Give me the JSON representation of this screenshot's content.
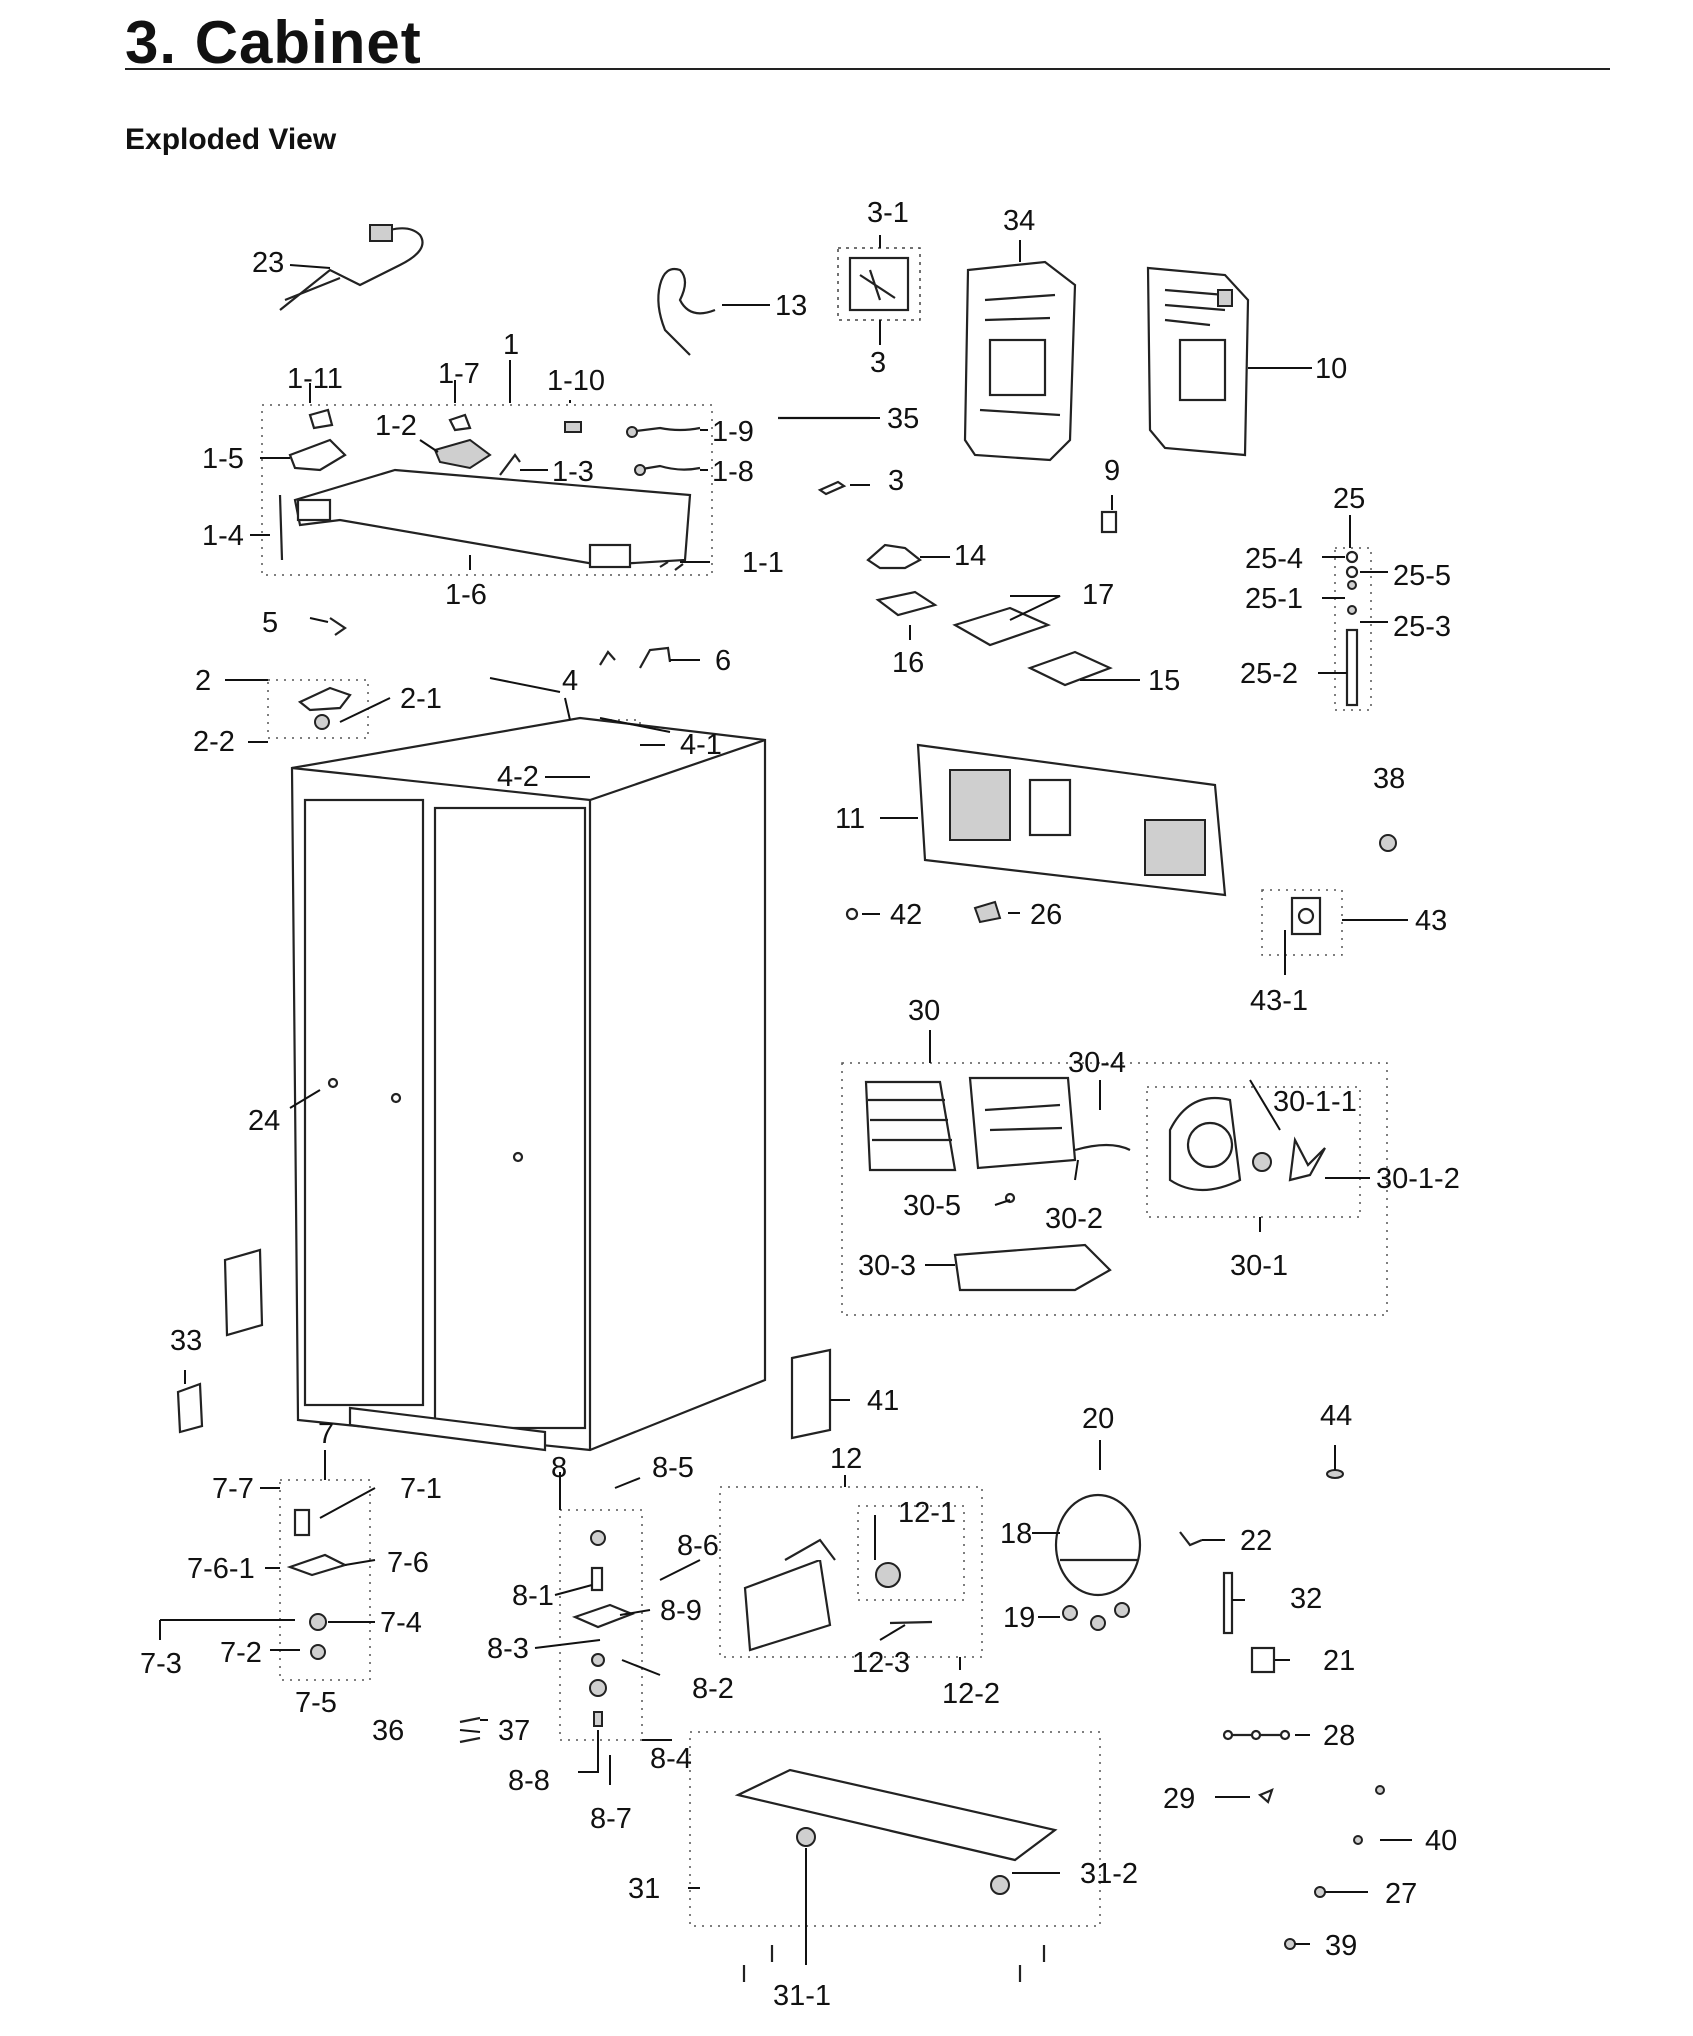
{
  "header": {
    "title": "3.  Cabinet",
    "subtitle": "Exploded View"
  },
  "labels": {
    "p23": "23",
    "p13": "13",
    "p3_1": "3-1",
    "p3_top": "3",
    "p34": "34",
    "p10": "10",
    "p1": "1",
    "p1_11": "1-11",
    "p1_7": "1-7",
    "p1_10": "1-10",
    "p1_2": "1-2",
    "p1_9": "1-9",
    "p35": "35",
    "p1_5": "1-5",
    "p1_3": "1-3",
    "p1_8": "1-8",
    "p3_bot": "3",
    "p9": "9",
    "p1_4": "1-4",
    "p1_1": "1-1",
    "p1_6": "1-6",
    "p14": "14",
    "p25": "25",
    "p25_4": "25-4",
    "p25_5": "25-5",
    "p25_1": "25-1",
    "p25_3": "25-3",
    "p17": "17",
    "p5": "5",
    "p6": "6",
    "p16": "16",
    "p2": "2",
    "p4": "4",
    "p2_1": "2-1",
    "p15": "15",
    "p25_2": "25-2",
    "p2_2": "2-2",
    "p4_1": "4-1",
    "p4_2": "4-2",
    "p38": "38",
    "p11": "11",
    "p42": "42",
    "p26": "26",
    "p43": "43",
    "p43_1": "43-1",
    "p30": "30",
    "p30_4": "30-4",
    "p30_1_1": "30-1-1",
    "p24": "24",
    "p30_1_2": "30-1-2",
    "p30_5": "30-5",
    "p30_2": "30-2",
    "p30_3": "30-3",
    "p30_1": "30-1",
    "p33": "33",
    "p41": "41",
    "p20": "20",
    "p44": "44",
    "p7": "7",
    "p8": "8",
    "p8_5": "8-5",
    "p12": "12",
    "p7_7": "7-7",
    "p7_1": "7-1",
    "p12_1": "12-1",
    "p18": "18",
    "p8_6": "8-6",
    "p22": "22",
    "p7_6_1": "7-6-1",
    "p7_6": "7-6",
    "p8_1": "8-1",
    "p8_9": "8-9",
    "p32": "32",
    "p19": "19",
    "p7_4": "7-4",
    "p7_3": "7-3",
    "p7_2": "7-2",
    "p8_3": "8-3",
    "p12_3": "12-3",
    "p21": "21",
    "p8_2": "8-2",
    "p12_2": "12-2",
    "p7_5": "7-5",
    "p36": "36",
    "p37": "37",
    "p28": "28",
    "p8_4": "8-4",
    "p8_8": "8-8",
    "p29": "29",
    "p40": "40",
    "p8_7": "8-7",
    "p31": "31",
    "p31_2": "31-2",
    "p27": "27",
    "p39": "39",
    "p31_1": "31-1"
  }
}
